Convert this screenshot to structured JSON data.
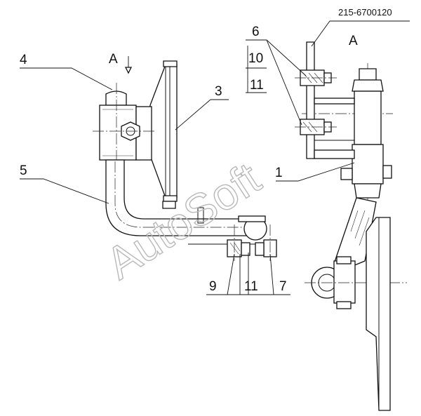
{
  "drawing_code": "215-6700120",
  "view_labels": {
    "section_mark": "A",
    "view_title": "A"
  },
  "callouts": {
    "c1": "1",
    "c3": "3",
    "c4": "4",
    "c5": "5",
    "c6": "6",
    "c7": "7",
    "c9": "9",
    "c10": "10",
    "c11_top": "11",
    "c11_bottom": "11"
  },
  "watermark": "AutoSoft"
}
